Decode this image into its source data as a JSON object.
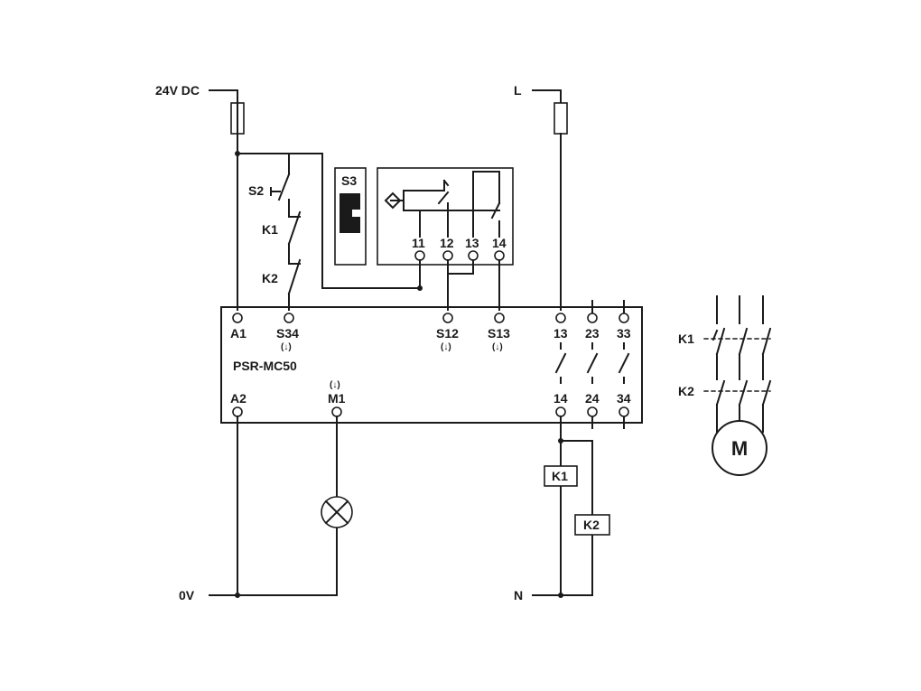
{
  "supply": {
    "dc": "24V DC",
    "zero": "0V",
    "line": "L",
    "neutral": "N"
  },
  "module": {
    "name": "PSR-MC50",
    "terminals": {
      "a1": "A1",
      "a2": "A2",
      "s34": "S34",
      "m1": "M1",
      "s12": "S12",
      "s13": "S13",
      "t13": "13",
      "t14": "14",
      "t23": "23",
      "t24": "24",
      "t33": "33",
      "t34": "34"
    },
    "arrow_mark": "(↓)"
  },
  "switches": {
    "s2": "S2",
    "k1": "K1",
    "k2": "K2"
  },
  "s3": {
    "label": "S3",
    "terminals": [
      "11",
      "12",
      "13",
      "14"
    ]
  },
  "coils": {
    "k1": "K1",
    "k2": "K2"
  },
  "motor": {
    "label": "M",
    "k1": "K1",
    "k2": "K2"
  }
}
